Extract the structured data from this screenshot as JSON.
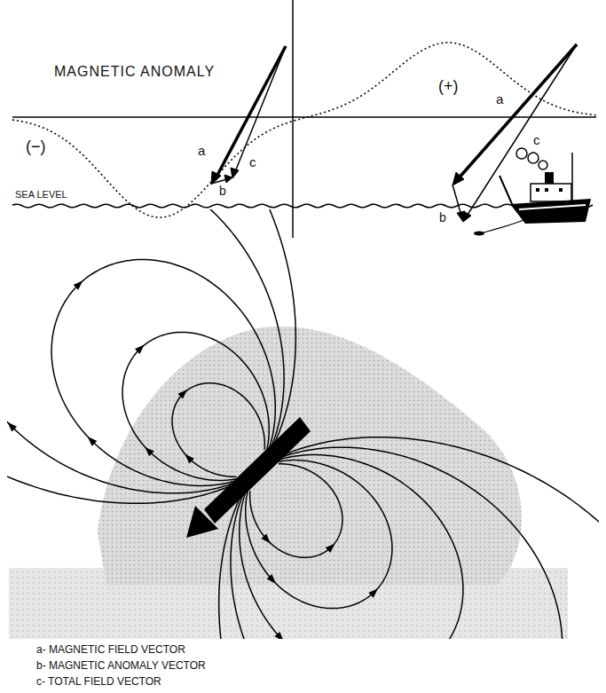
{
  "diagram": {
    "labels": [
      "MAGNETIC ANOMALY",
      "(+)",
      "(−)",
      "a",
      "c",
      "b",
      "a",
      "c",
      "b",
      "SEA LEVEL",
      "a- MAGNETIC FIELD VECTOR",
      "b- MAGNETIC ANOMALY VECTOR",
      "c- TOTAL FIELD VECTOR"
    ]
  }
}
